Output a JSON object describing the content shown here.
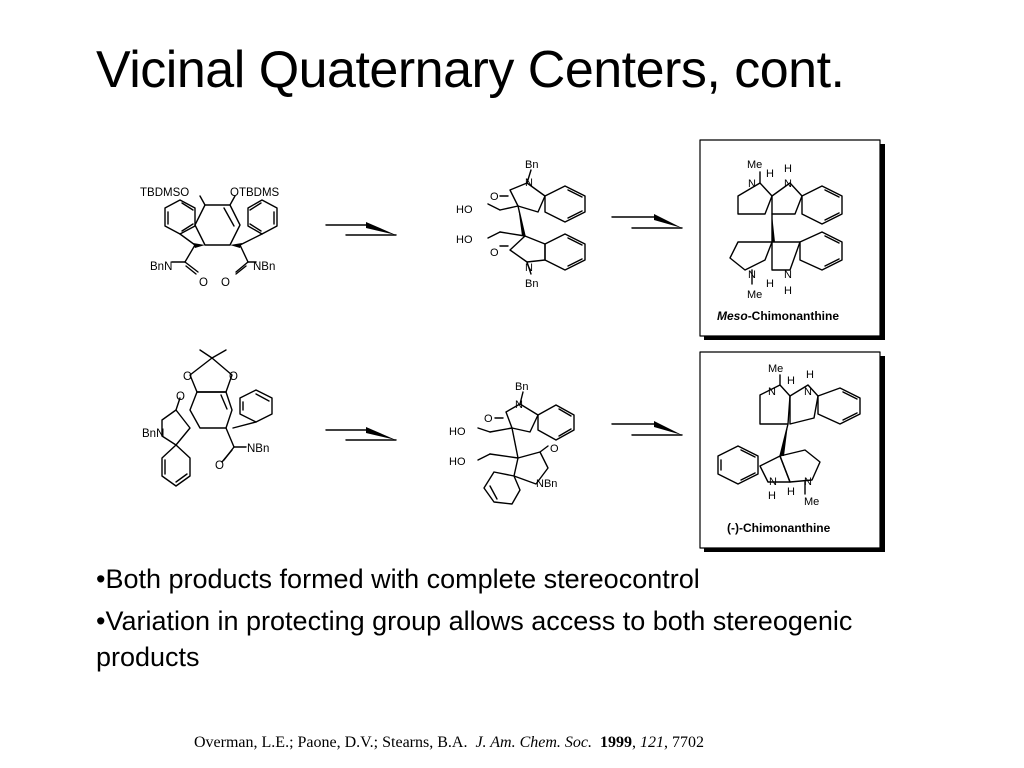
{
  "slide": {
    "title": "Vicinal Quaternary Centers, cont.",
    "bullets": [
      "•Both products formed with complete stereocontrol",
      "•Variation in protecting group allows access to both stereogenic products"
    ]
  },
  "scheme": {
    "row1": {
      "start_labels": {
        "left_ether": "TBDMSO",
        "right_ether": "OTBDMS",
        "left_amide_n": "BnN",
        "right_amide_n": "NBn",
        "left_carbonyl_o": "O",
        "right_carbonyl_o": "O"
      },
      "intermediate_labels": {
        "top_n_substituent": "Bn",
        "top_n": "N",
        "top_carbonyl_o": "O",
        "top_hydroxyl": "HO",
        "bottom_hydroxyl": "HO",
        "bottom_carbonyl_o": "O",
        "bottom_n": "N",
        "bottom_n_substituent": "Bn"
      },
      "product_labels": {
        "top_methyl": "Me",
        "top_n_left": "N",
        "top_h_center": "H",
        "top_nh_h": "H",
        "top_n_right": "N",
        "bottom_n_left": "N",
        "bottom_h_center": "H",
        "bottom_n_right": "N",
        "bottom_methyl": "Me",
        "bottom_nh_h": "H"
      },
      "product_name_prefix": "Meso",
      "product_name_suffix": "-Chimonanthine"
    },
    "row2": {
      "start_labels": {
        "acetonide_o_left": "O",
        "acetonide_o_right": "O",
        "oxindole_carbonyl_o": "O",
        "oxindole_n": "BnN",
        "amide_n": "NBn",
        "amide_carbonyl_o": "O"
      },
      "intermediate_labels": {
        "top_n_substituent": "Bn",
        "top_n": "N",
        "top_carbonyl_o": "O",
        "top_hydroxyl": "HO",
        "bottom_hydroxyl": "HO",
        "bottom_carbonyl_o": "O",
        "bottom_n": "NBn"
      },
      "product_labels": {
        "top_methyl": "Me",
        "top_n_left": "N",
        "top_h_center": "H",
        "top_nh_h": "H",
        "top_n_right": "N",
        "bottom_n_left": "N",
        "bottom_n_right": "N",
        "bottom_nh_h": "H",
        "bottom_h_center": "H",
        "bottom_methyl": "Me"
      },
      "product_name": "(-)-Chimonanthine"
    }
  },
  "citation": {
    "authors": "Overman, L.E.; Paone, D.V.; Stearns, B.A.",
    "journal": "J. Am. Chem. Soc.",
    "year": "1999",
    "separator1": ",",
    "volume": "121",
    "pages": ", 7702"
  }
}
